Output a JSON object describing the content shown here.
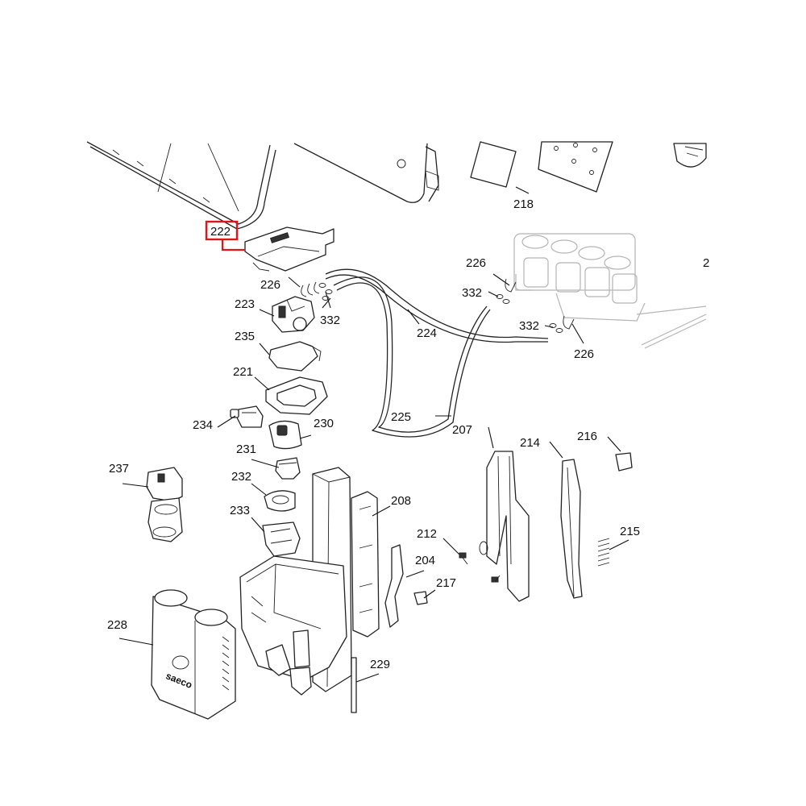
{
  "highlight_color": "#e0141b",
  "labels": {
    "p218": "218",
    "p222": "222",
    "p226a": "226",
    "p226b": "226",
    "p226c": "226",
    "p223": "223",
    "p332a": "332",
    "p332b": "332",
    "p332c": "332",
    "p224": "224",
    "p235": "235",
    "p221": "221",
    "p225": "225",
    "p234": "234",
    "p230": "230",
    "p207": "207",
    "p214": "214",
    "p216": "216",
    "p231": "231",
    "p237": "237",
    "p232": "232",
    "p208": "208",
    "p233": "233",
    "p212": "212",
    "p215": "215",
    "p204": "204",
    "p217": "217",
    "p228": "228",
    "p229": "229",
    "p2partial": "2"
  },
  "brand_mark": "saeco"
}
